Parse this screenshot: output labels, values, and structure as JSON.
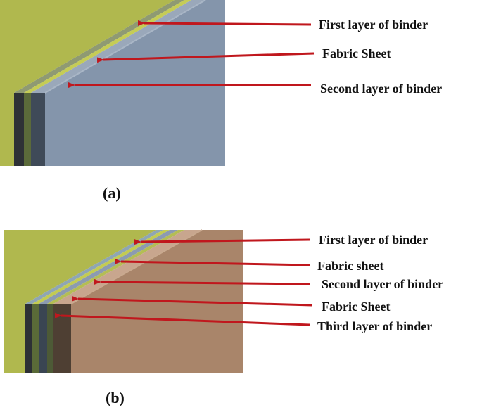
{
  "panel_a": {
    "caption": "(a)",
    "labels": [
      "First layer of binder",
      "Fabric Sheet",
      "Second layer of binder"
    ]
  },
  "panel_b": {
    "caption": "(b)",
    "labels": [
      "First layer of binder",
      "Fabric sheet",
      "Second layer of binder",
      "Fabric Sheet",
      "Third layer of binder"
    ]
  },
  "colors": {
    "olive_face": "#b0b84e",
    "blue_grey_face": "#8495ab",
    "brown_face": "#a9856a",
    "arrow": "#c0171d"
  }
}
